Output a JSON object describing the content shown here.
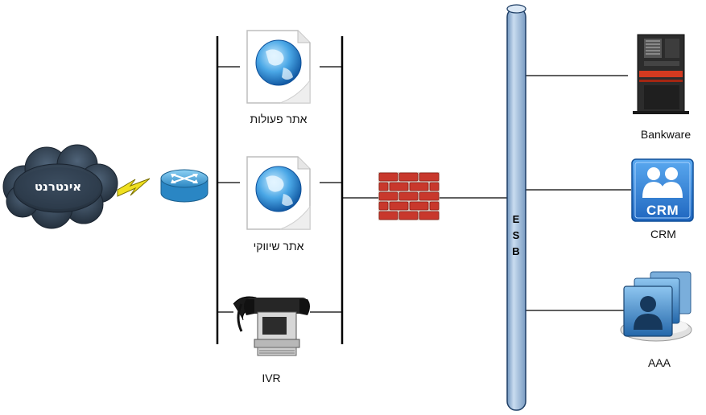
{
  "internet": {
    "label": "אינטרנט"
  },
  "web_nodes": {
    "operations_site": "אתר פעולות",
    "marketing_site": "אתר שיווקי",
    "ivr": "IVR"
  },
  "esb": {
    "letters": [
      "E",
      "S",
      "B"
    ]
  },
  "backend_systems": {
    "bankware": "Bankware",
    "crm": "CRM",
    "crm_logo_text": "CRM",
    "aaa": "AAA"
  },
  "colors": {
    "esb_bar": "#a8c4e0",
    "cloud": "#2e3d4e",
    "router": "#45a7d9",
    "firewall": "#c8382c",
    "crm_logo": "#2b7fd6",
    "lightning": "#f0e020"
  }
}
